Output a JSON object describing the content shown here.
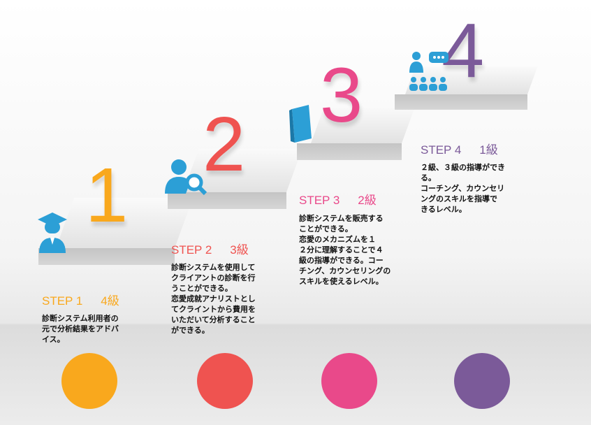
{
  "colors": {
    "step1": "#f9a81d",
    "step2": "#ef5350",
    "step3": "#e9498a",
    "step4": "#7b5a99",
    "icon": "#2c9fd6"
  },
  "steps": [
    {
      "number": "1",
      "label": "STEP 1",
      "grade": "4級",
      "icon": "graduate-icon",
      "lines": [
        "診断システム利用者の",
        "元で分析結果をアドバ",
        "イス。"
      ]
    },
    {
      "number": "2",
      "label": "STEP 2",
      "grade": "3級",
      "icon": "user-search-icon",
      "lines": [
        "診断システムを使用して",
        "クライアントの診断を行",
        "うことができる。",
        "恋愛成就アナリストとし",
        "てクライントから費用を",
        "いただいて分析すること",
        "ができる。"
      ]
    },
    {
      "number": "3",
      "label": "STEP 3",
      "grade": "2級",
      "icon": "book-icon",
      "lines": [
        "診断システムを販売する",
        "ことができる。",
        "恋愛のメカニズムを１",
        "２分に理解することで４",
        "級の指導ができる。コー",
        "チング、カウンセリングの",
        "スキルを使えるレベル。"
      ]
    },
    {
      "number": "4",
      "label": "STEP 4",
      "grade": "1級",
      "icon": "teacher-icon",
      "lines": [
        "２級、３級の指導ができ",
        "る。",
        "コーチング、カウンセリ",
        "ングのスキルを指導で",
        "きるレベル。"
      ]
    }
  ]
}
